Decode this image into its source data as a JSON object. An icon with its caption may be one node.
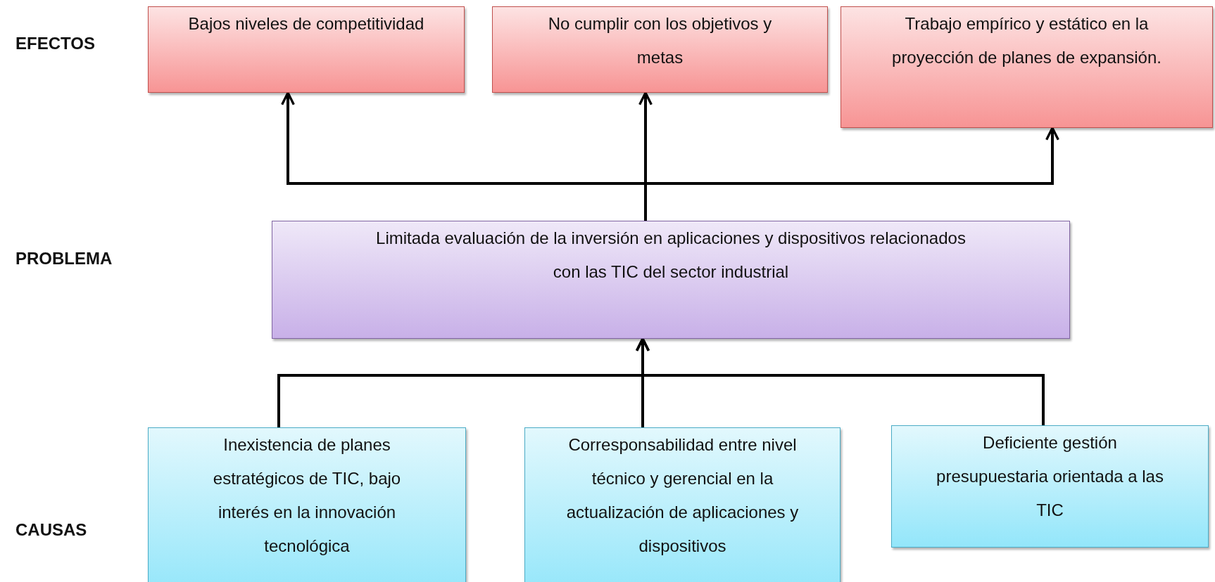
{
  "diagram": {
    "nodes": [
      {
        "text": [
          "Bajos niveles de competitividad"
        ]
      },
      {
        "text": [
          "No cumplir con los objetivos y metas"
        ]
      },
      {
        "text": [
          "Trabajo empírico y estático en la proyección de planes de expansión."
        ]
      },
      {
        "text": [
          "Limitada evaluación de la inversión en aplicaciones y dispositivos relacionados con las TIC del sector industrial"
        ]
      },
      {
        "text": [
          "Inexistencia de planes estratégicos de TIC, bajo interés en la innovación tecnológica"
        ]
      },
      {
        "text": [
          "Corresponsabilidad entre nivel técnico y gerencial en la actualización de aplicaciones y dispositivos"
        ]
      },
      {
        "text": [
          "Deficiente gestión presupuestaria orientada a las TIC"
        ]
      }
    ],
    "edges": [
      {
        "from": 3,
        "to": 0,
        "arrow": "to"
      },
      {
        "from": 3,
        "to": 1,
        "arrow": "to"
      },
      {
        "from": 3,
        "to": 2,
        "arrow": "to"
      },
      {
        "from": 4,
        "to": 3,
        "arrow": "to"
      },
      {
        "from": 5,
        "to": 3,
        "arrow": "to"
      },
      {
        "from": 6,
        "to": 3,
        "arrow": "to"
      }
    ],
    "labels": [
      "EFECTOS",
      "PROBLEMA",
      "CAUSAS"
    ]
  }
}
